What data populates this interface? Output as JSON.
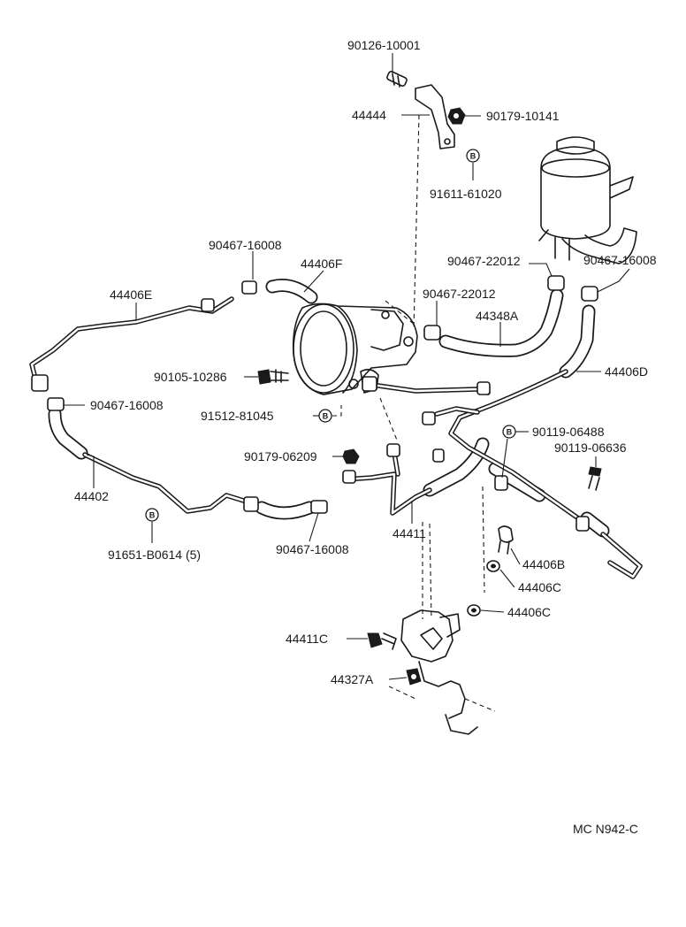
{
  "diagram_code": "MC N942-C",
  "labels": [
    "90126-10001",
    "44444",
    "90179-10141",
    "91611-61020",
    "90467-16008",
    "44406F",
    "90467-22012",
    "90467-16008",
    "44406E",
    "90467-22012",
    "44348A",
    "90105-10286",
    "44406D",
    "90467-16008",
    "91512-81045",
    "90119-06488",
    "90179-06209",
    "90119-06636",
    "44402",
    "44411",
    "91651-B0614 (5)",
    "90467-16008",
    "44406B",
    "44406C",
    "44406C",
    "44411C",
    "44327A"
  ],
  "bolt_marker": "B"
}
